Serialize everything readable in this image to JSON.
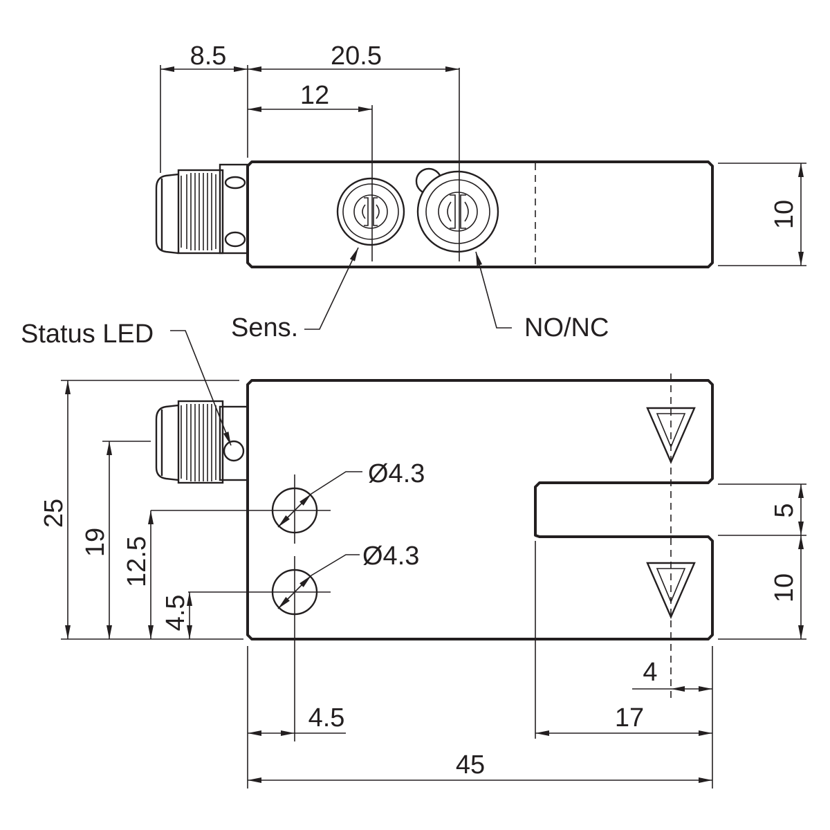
{
  "drawing": {
    "labels": {
      "sens": "Sens.",
      "no_nc": "NO/NC",
      "status_led": "Status LED"
    },
    "top_view_dims": {
      "connector_length": "8.5",
      "nonc_position": "20.5",
      "sens_position": "12",
      "height": "10"
    },
    "front_view_dims": {
      "overall_height": "25",
      "connector_height": "19",
      "upper_hole_height": "12.5",
      "lower_hole_height": "4.5",
      "hole_diameter_upper": "Ø4.3",
      "hole_diameter_lower": "Ø4.3",
      "slot_width": "5",
      "lower_arm_height": "10",
      "optical_axis_offset": "4",
      "hole_x_offset": "4.5",
      "slot_depth": "17",
      "overall_width": "45"
    }
  }
}
